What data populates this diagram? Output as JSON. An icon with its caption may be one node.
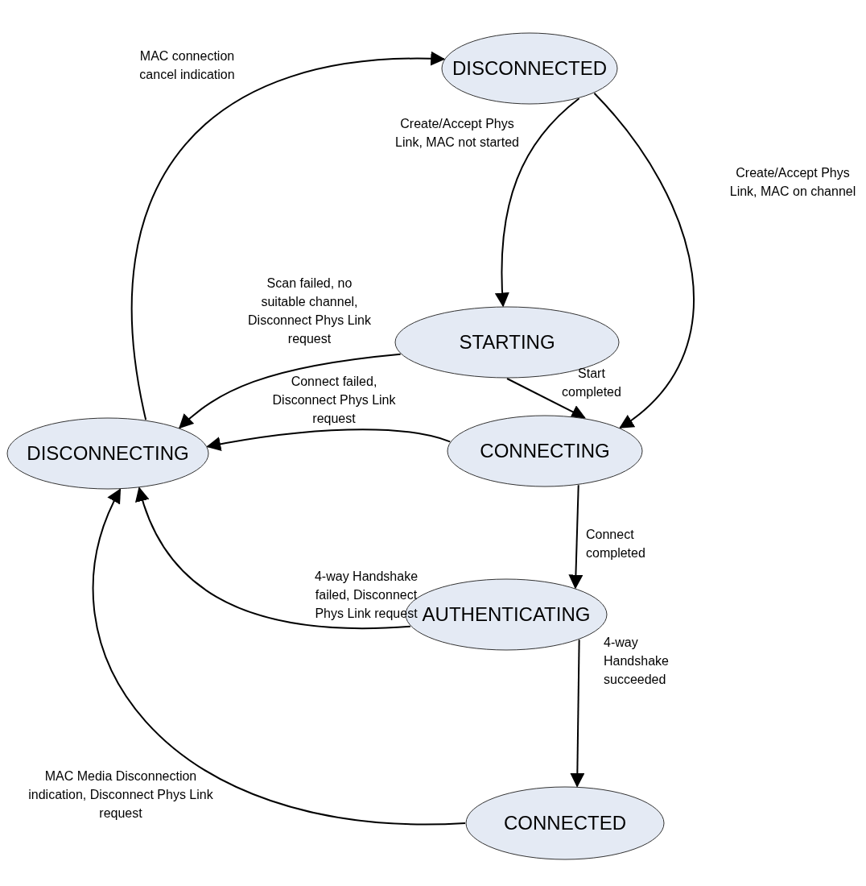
{
  "diagram": {
    "nodes": [
      {
        "text": [
          "DISCONNECTED"
        ]
      },
      {
        "text": [
          "STARTING"
        ]
      },
      {
        "text": [
          "DISCONNECTING"
        ]
      },
      {
        "text": [
          "CONNECTING"
        ]
      },
      {
        "text": [
          "AUTHENTICATING"
        ]
      },
      {
        "text": [
          "CONNECTED"
        ]
      }
    ],
    "edges": [
      {
        "from": 2,
        "to": 0,
        "arrow": "to",
        "label": "MAC connection cancel indication"
      },
      {
        "from": 0,
        "to": 1,
        "arrow": "to",
        "label": "Create/Accept Phys Link, MAC not started"
      },
      {
        "from": 0,
        "to": 3,
        "arrow": "to",
        "label": "Create/Accept Phys Link, MAC on channel"
      },
      {
        "from": 1,
        "to": 2,
        "arrow": "to",
        "label": "Scan failed, no suitable channel, Disconnect Phys Link request"
      },
      {
        "from": 1,
        "to": 3,
        "arrow": "to",
        "label": "Start completed"
      },
      {
        "from": 3,
        "to": 2,
        "arrow": "to",
        "label": "Connect failed, Disconnect Phys Link request"
      },
      {
        "from": 3,
        "to": 4,
        "arrow": "to",
        "label": "Connect completed"
      },
      {
        "from": 4,
        "to": 2,
        "arrow": "to",
        "label": "4-way Handshake failed, Disconnect Phys Link request"
      },
      {
        "from": 4,
        "to": 5,
        "arrow": "to",
        "label": "4-way Handshake succeeded"
      },
      {
        "from": 5,
        "to": 2,
        "arrow": "to",
        "label": "MAC Media Disconnection indication, Disconnect Phys Link request"
      }
    ]
  }
}
